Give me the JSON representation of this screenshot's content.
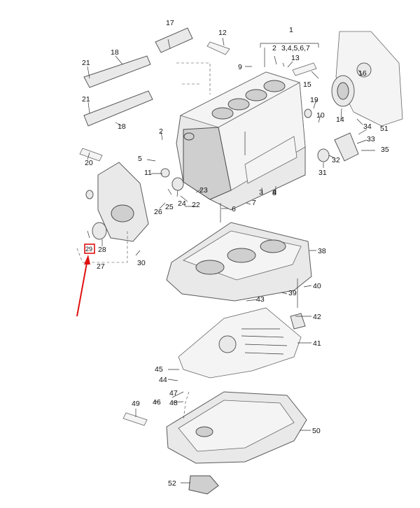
{
  "diagram": {
    "accent_color": "#e01010",
    "highlighted_part": "29",
    "callouts": {
      "c1": "1",
      "c1sub": "3,4,5,6,7",
      "c2a": "2",
      "c2b": "2",
      "c3": "3",
      "c4": "4",
      "c5": "5",
      "c6": "6",
      "c7": "7",
      "c8": "8",
      "c9": "9",
      "c10": "10",
      "c11": "11",
      "c12": "12",
      "c13": "13",
      "c14": "14",
      "c15": "15",
      "c16": "16",
      "c17": "17",
      "c18a": "18",
      "c18b": "18",
      "c19": "19",
      "c20": "20",
      "c21a": "21",
      "c21b": "21",
      "c22": "22",
      "c23": "23",
      "c24": "24",
      "c25": "25",
      "c26": "26",
      "c27": "27",
      "c28": "28",
      "c29": "29",
      "c30": "30",
      "c31": "31",
      "c32": "32",
      "c33": "33",
      "c34": "34",
      "c35": "35",
      "c38": "38",
      "c39": "39",
      "c40": "40",
      "c41": "41",
      "c42": "42",
      "c43": "43",
      "c44": "44",
      "c45": "45",
      "c46": "46",
      "c47": "47",
      "c48": "48",
      "c49": "49",
      "c50": "50",
      "c51": "51",
      "c52": "52"
    }
  }
}
